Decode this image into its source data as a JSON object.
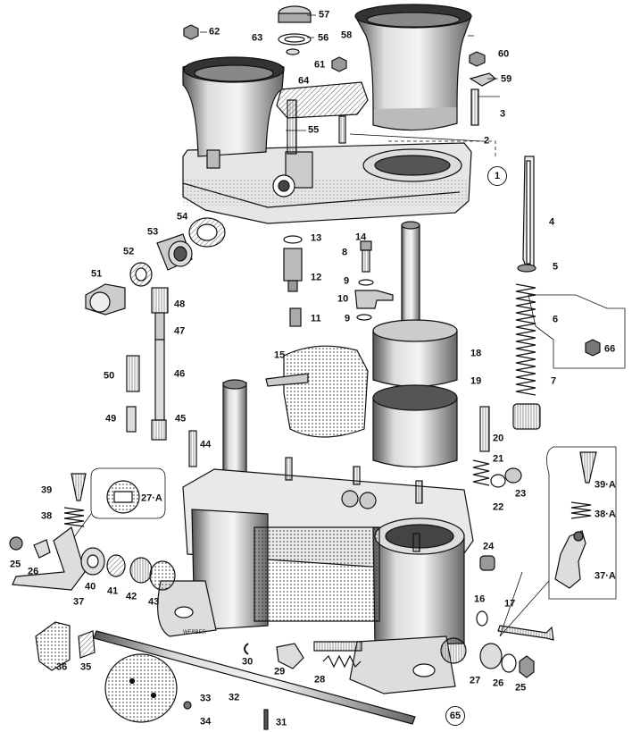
{
  "diagram": {
    "stamp_text": "WEBBER",
    "labels": [
      {
        "id": "57",
        "text": "57"
      },
      {
        "id": "62",
        "text": "62"
      },
      {
        "id": "63",
        "text": "63"
      },
      {
        "id": "56",
        "text": "56"
      },
      {
        "id": "58",
        "text": "58"
      },
      {
        "id": "60",
        "text": "60"
      },
      {
        "id": "59",
        "text": "59"
      },
      {
        "id": "61",
        "text": "61"
      },
      {
        "id": "64",
        "text": "64"
      },
      {
        "id": "3",
        "text": "3"
      },
      {
        "id": "55",
        "text": "55"
      },
      {
        "id": "2",
        "text": "2"
      },
      {
        "id": "1",
        "text": "1"
      },
      {
        "id": "4",
        "text": "4"
      },
      {
        "id": "54",
        "text": "54"
      },
      {
        "id": "13",
        "text": "13"
      },
      {
        "id": "14",
        "text": "14"
      },
      {
        "id": "8",
        "text": "8"
      },
      {
        "id": "53",
        "text": "53"
      },
      {
        "id": "52",
        "text": "52"
      },
      {
        "id": "5",
        "text": "5"
      },
      {
        "id": "51",
        "text": "51"
      },
      {
        "id": "12",
        "text": "12"
      },
      {
        "id": "9a",
        "text": "9"
      },
      {
        "id": "10",
        "text": "10"
      },
      {
        "id": "48",
        "text": "48"
      },
      {
        "id": "6",
        "text": "6"
      },
      {
        "id": "11",
        "text": "11"
      },
      {
        "id": "9b",
        "text": "9"
      },
      {
        "id": "47",
        "text": "47"
      },
      {
        "id": "66",
        "text": "66"
      },
      {
        "id": "15",
        "text": "15"
      },
      {
        "id": "18",
        "text": "18"
      },
      {
        "id": "50",
        "text": "50"
      },
      {
        "id": "46",
        "text": "46"
      },
      {
        "id": "19",
        "text": "19"
      },
      {
        "id": "7",
        "text": "7"
      },
      {
        "id": "49",
        "text": "49"
      },
      {
        "id": "45",
        "text": "45"
      },
      {
        "id": "20",
        "text": "20"
      },
      {
        "id": "44",
        "text": "44"
      },
      {
        "id": "21",
        "text": "21"
      },
      {
        "id": "39a",
        "text": "39·A"
      },
      {
        "id": "39",
        "text": "39"
      },
      {
        "id": "27a",
        "text": "27·A"
      },
      {
        "id": "23",
        "text": "23"
      },
      {
        "id": "22",
        "text": "22"
      },
      {
        "id": "38a",
        "text": "38·A"
      },
      {
        "id": "38",
        "text": "38"
      },
      {
        "id": "24",
        "text": "24"
      },
      {
        "id": "25a",
        "text": "25"
      },
      {
        "id": "26a",
        "text": "26"
      },
      {
        "id": "37a",
        "text": "37·A"
      },
      {
        "id": "40",
        "text": "40"
      },
      {
        "id": "41",
        "text": "41"
      },
      {
        "id": "42",
        "text": "42"
      },
      {
        "id": "43",
        "text": "43"
      },
      {
        "id": "37",
        "text": "37"
      },
      {
        "id": "16",
        "text": "16"
      },
      {
        "id": "17",
        "text": "17"
      },
      {
        "id": "36",
        "text": "36"
      },
      {
        "id": "35",
        "text": "35"
      },
      {
        "id": "30",
        "text": "30"
      },
      {
        "id": "29",
        "text": "29"
      },
      {
        "id": "28",
        "text": "28"
      },
      {
        "id": "27b",
        "text": "27"
      },
      {
        "id": "26b",
        "text": "26"
      },
      {
        "id": "25b",
        "text": "25"
      },
      {
        "id": "33",
        "text": "33"
      },
      {
        "id": "32",
        "text": "32"
      },
      {
        "id": "65",
        "text": "65"
      },
      {
        "id": "34",
        "text": "34"
      },
      {
        "id": "31",
        "text": "31"
      }
    ]
  }
}
